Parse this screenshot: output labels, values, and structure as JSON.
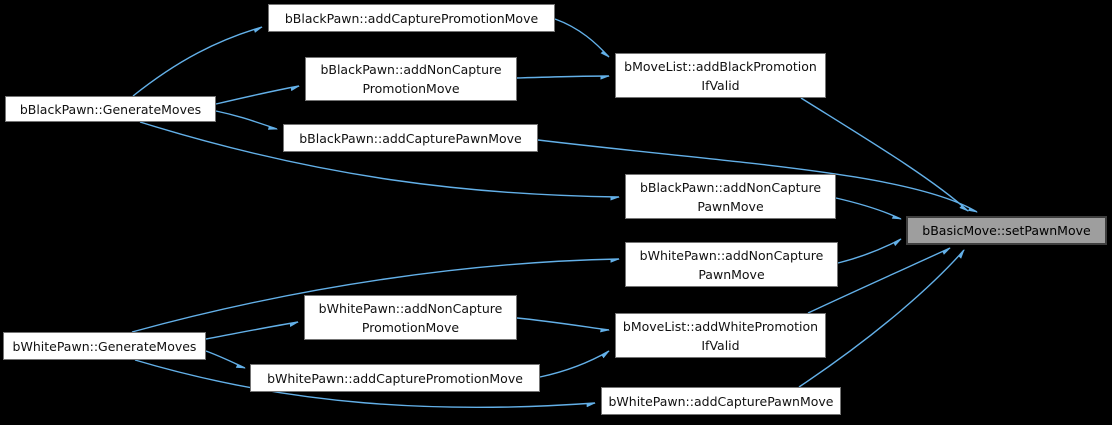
{
  "diagram": {
    "kind": "doxygen-call-graph",
    "background_color": "#000000",
    "edge_color": "#63b0e8",
    "node_fill_color": "#ffffff",
    "node_border_color": "#747474",
    "highlight_fill_color": "#9e9e9e",
    "highlight_border_color": "#3e3e3e",
    "nodes": [
      {
        "id": "black-add-capture-promotion-move",
        "label": "bBlackPawn::addCapturePromotionMove",
        "highlighted": false
      },
      {
        "id": "black-add-non-capture-promotion-move",
        "label": "bBlackPawn::addNonCapture\nPromotionMove",
        "highlighted": false
      },
      {
        "id": "movelist-add-black-promotion-if-valid",
        "label": "bMoveList::addBlackPromotion\nIfValid",
        "highlighted": false
      },
      {
        "id": "black-generate-moves",
        "label": "bBlackPawn::GenerateMoves",
        "highlighted": false
      },
      {
        "id": "black-add-capture-pawn-move",
        "label": "bBlackPawn::addCapturePawnMove",
        "highlighted": false
      },
      {
        "id": "black-add-non-capture-pawn-move",
        "label": "bBlackPawn::addNonCapture\nPawnMove",
        "highlighted": false
      },
      {
        "id": "white-add-non-capture-pawn-move",
        "label": "bWhitePawn::addNonCapture\nPawnMove",
        "highlighted": false
      },
      {
        "id": "basic-move-set-pawn-move",
        "label": "bBasicMove::setPawnMove",
        "highlighted": true
      },
      {
        "id": "white-add-non-capture-promotion-move",
        "label": "bWhitePawn::addNonCapture\nPromotionMove",
        "highlighted": false
      },
      {
        "id": "white-generate-moves",
        "label": "bWhitePawn::GenerateMoves",
        "highlighted": false
      },
      {
        "id": "white-add-capture-promotion-move",
        "label": "bWhitePawn::addCapturePromotionMove",
        "highlighted": false
      },
      {
        "id": "movelist-add-white-promotion-if-valid",
        "label": "bMoveList::addWhitePromotion\nIfValid",
        "highlighted": false
      },
      {
        "id": "white-add-capture-pawn-move",
        "label": "bWhitePawn::addCapturePawnMove",
        "highlighted": false
      }
    ],
    "edges": [
      {
        "from": "black-generate-moves",
        "to": "black-add-capture-promotion-move"
      },
      {
        "from": "black-generate-moves",
        "to": "black-add-non-capture-promotion-move"
      },
      {
        "from": "black-generate-moves",
        "to": "black-add-capture-pawn-move"
      },
      {
        "from": "black-generate-moves",
        "to": "black-add-non-capture-pawn-move"
      },
      {
        "from": "black-add-capture-promotion-move",
        "to": "movelist-add-black-promotion-if-valid"
      },
      {
        "from": "black-add-non-capture-promotion-move",
        "to": "movelist-add-black-promotion-if-valid"
      },
      {
        "from": "black-add-capture-pawn-move",
        "to": "basic-move-set-pawn-move"
      },
      {
        "from": "movelist-add-black-promotion-if-valid",
        "to": "basic-move-set-pawn-move"
      },
      {
        "from": "black-add-non-capture-pawn-move",
        "to": "basic-move-set-pawn-move"
      },
      {
        "from": "white-add-non-capture-pawn-move",
        "to": "basic-move-set-pawn-move"
      },
      {
        "from": "movelist-add-white-promotion-if-valid",
        "to": "basic-move-set-pawn-move"
      },
      {
        "from": "white-add-capture-pawn-move",
        "to": "basic-move-set-pawn-move"
      },
      {
        "from": "white-generate-moves",
        "to": "white-add-non-capture-pawn-move"
      },
      {
        "from": "white-generate-moves",
        "to": "white-add-non-capture-promotion-move"
      },
      {
        "from": "white-generate-moves",
        "to": "white-add-capture-promotion-move"
      },
      {
        "from": "white-generate-moves",
        "to": "white-add-capture-pawn-move"
      },
      {
        "from": "white-add-non-capture-promotion-move",
        "to": "movelist-add-white-promotion-if-valid"
      },
      {
        "from": "white-add-capture-promotion-move",
        "to": "movelist-add-white-promotion-if-valid"
      }
    ]
  }
}
